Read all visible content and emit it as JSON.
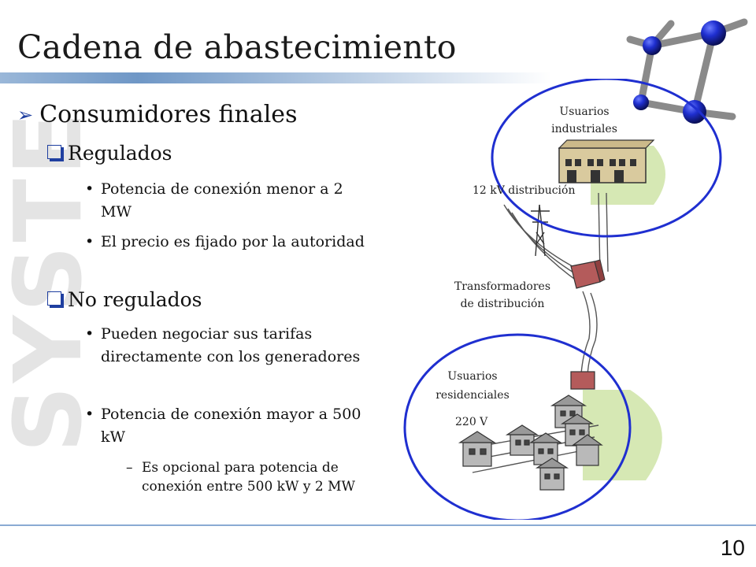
{
  "slide": {
    "title": "Cadena de abastecimiento",
    "page_number": "10",
    "watermark": "SYSTEP"
  },
  "content": {
    "heading": "Consumidores finales",
    "groups": [
      {
        "label": "Regulados",
        "bullets": [
          {
            "text": "Potencia de conexión menor a 2 MW"
          },
          {
            "text": "El precio es fijado por la autoridad"
          }
        ]
      },
      {
        "label": "No regulados",
        "bullets": [
          {
            "text": "Pueden negociar sus tarifas directamente con los generadores"
          },
          {
            "text": "Potencia de conexión mayor a 500 kW",
            "sub": [
              "Es opcional para potencia de conexión entre 500 kW y 2 MW"
            ]
          }
        ]
      }
    ]
  },
  "diagram": {
    "labels": {
      "industrial_1": "Usuarios",
      "industrial_2": "industriales",
      "voltage_12kv": "12 kV  distribución",
      "transformer_1": "Transformadores",
      "transformer_2": "de distribución",
      "residential_1": "Usuarios",
      "residential_2": "residenciales",
      "voltage_220v": "220 V"
    },
    "colors": {
      "ellipse": "#1f2fd0",
      "transformer": "#b45b5b",
      "factory": "#d9ca9e",
      "house": "#b9b9b9",
      "green": "#d6e8b4"
    }
  }
}
